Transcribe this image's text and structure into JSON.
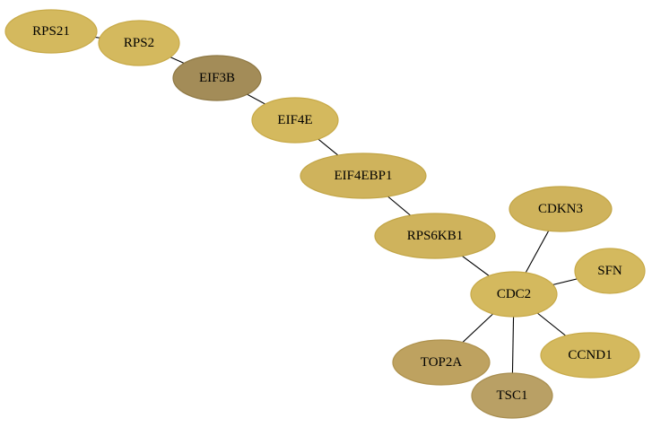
{
  "graph": {
    "nodes": [
      {
        "id": "RPS21",
        "label": "RPS21",
        "fill": "#d4b95e",
        "stroke": "#c8aa48"
      },
      {
        "id": "RPS2",
        "label": "RPS2",
        "fill": "#d4b95e",
        "stroke": "#c8aa48"
      },
      {
        "id": "EIF3B",
        "label": "EIF3B",
        "fill": "#a38c58",
        "stroke": "#8e7844"
      },
      {
        "id": "EIF4E",
        "label": "EIF4E",
        "fill": "#d4b95e",
        "stroke": "#c8aa48"
      },
      {
        "id": "EIF4EBP1",
        "label": "EIF4EBP1",
        "fill": "#cfb35c",
        "stroke": "#c2a546"
      },
      {
        "id": "RPS6KB1",
        "label": "RPS6KB1",
        "fill": "#cfb35c",
        "stroke": "#c2a546"
      },
      {
        "id": "CDKN3",
        "label": "CDKN3",
        "fill": "#cfb35c",
        "stroke": "#c2a546"
      },
      {
        "id": "SFN",
        "label": "SFN",
        "fill": "#d4b95e",
        "stroke": "#c8aa48"
      },
      {
        "id": "CDC2",
        "label": "CDC2",
        "fill": "#d4b95e",
        "stroke": "#c8aa48"
      },
      {
        "id": "TOP2A",
        "label": "TOP2A",
        "fill": "#bea260",
        "stroke": "#ae914c"
      },
      {
        "id": "CCND1",
        "label": "CCND1",
        "fill": "#d4b95e",
        "stroke": "#c8aa48"
      },
      {
        "id": "TSC1",
        "label": "TSC1",
        "fill": "#b9a065",
        "stroke": "#a88e50"
      }
    ],
    "edges": [
      {
        "source": "RPS21",
        "target": "RPS2"
      },
      {
        "source": "RPS2",
        "target": "EIF3B"
      },
      {
        "source": "EIF3B",
        "target": "EIF4E"
      },
      {
        "source": "EIF4E",
        "target": "EIF4EBP1"
      },
      {
        "source": "EIF4EBP1",
        "target": "RPS6KB1"
      },
      {
        "source": "RPS6KB1",
        "target": "CDC2"
      },
      {
        "source": "CDKN3",
        "target": "CDC2"
      },
      {
        "source": "SFN",
        "target": "CDC2"
      },
      {
        "source": "CDC2",
        "target": "TOP2A"
      },
      {
        "source": "CDC2",
        "target": "CCND1"
      },
      {
        "source": "CDC2",
        "target": "TSC1"
      }
    ]
  }
}
